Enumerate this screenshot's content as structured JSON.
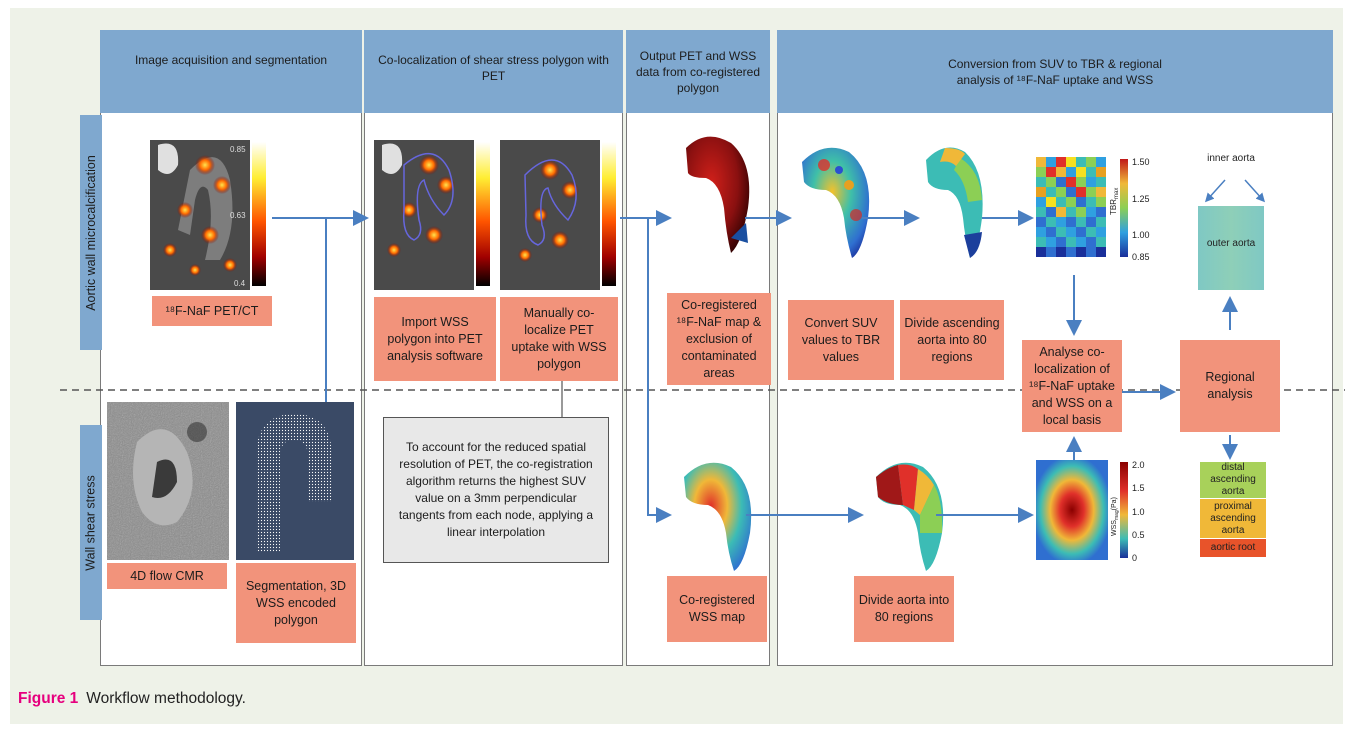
{
  "headers": {
    "col1": "Image acquisition and segmentation",
    "col2": "Co-localization of shear stress polygon with PET",
    "col3": "Output PET and WSS data from co-registered polygon",
    "col4_line1": "Conversion from SUV to TBR & regional",
    "col4_line2": "analysis of ¹⁸F-NaF uptake and WSS"
  },
  "side_labels": {
    "top": "Aortic wall microcalcification",
    "bottom": "Wall shear stress"
  },
  "boxes": {
    "petct": "¹⁸F-NaF PET/CT",
    "import_wss": "Import WSS polygon into PET analysis software",
    "manually": "Manually co-localize PET uptake with WSS polygon",
    "coreg_naf": "Co-registered ¹⁸F-NaF map & exclusion of contaminated areas",
    "convert": "Convert SUV values to TBR values",
    "divide_asc": "Divide ascending aorta into 80 regions",
    "analyse": "Analyse co-localization of ¹⁸F-NaF uptake and WSS on a local basis",
    "regional": "Regional analysis",
    "flow": "4D flow CMR",
    "segmentation": "Segmentation, 3D WSS encoded polygon",
    "coreg_wss": "Co-registered WSS map",
    "divide_aorta": "Divide aorta into 80 regions"
  },
  "note": "To account for the reduced spatial resolution of PET, the co-registration algorithm returns the highest SUV value on a 3mm perpendicular tangents from each node, applying a linear interpolation",
  "pet_scale": {
    "top": "0.85",
    "mid": "0.63",
    "bottom": "0.4"
  },
  "tbr_scale": {
    "label": "TBR",
    "sub": "max",
    "ticks": [
      "1.50",
      "1.25",
      "1.00",
      "0.85"
    ]
  },
  "wss_scale": {
    "label": "WSS",
    "sub": "mag",
    "unit": "(Pa)",
    "ticks": [
      "2.0",
      "1.5",
      "1.0",
      "0.5",
      "0"
    ]
  },
  "regional_map": {
    "inner": "inner aorta",
    "outer": "outer aorta",
    "segments": [
      "distal ascending aorta",
      "proximal ascending aorta",
      "aortic root"
    ]
  },
  "colors": {
    "header_blue": "#7fa8cf",
    "box_salmon": "#f2937b",
    "arrow_blue": "#4a7fc1",
    "caption_magenta": "#e6007e"
  },
  "caption": {
    "label": "Figure 1",
    "text": "Workflow methodology."
  }
}
